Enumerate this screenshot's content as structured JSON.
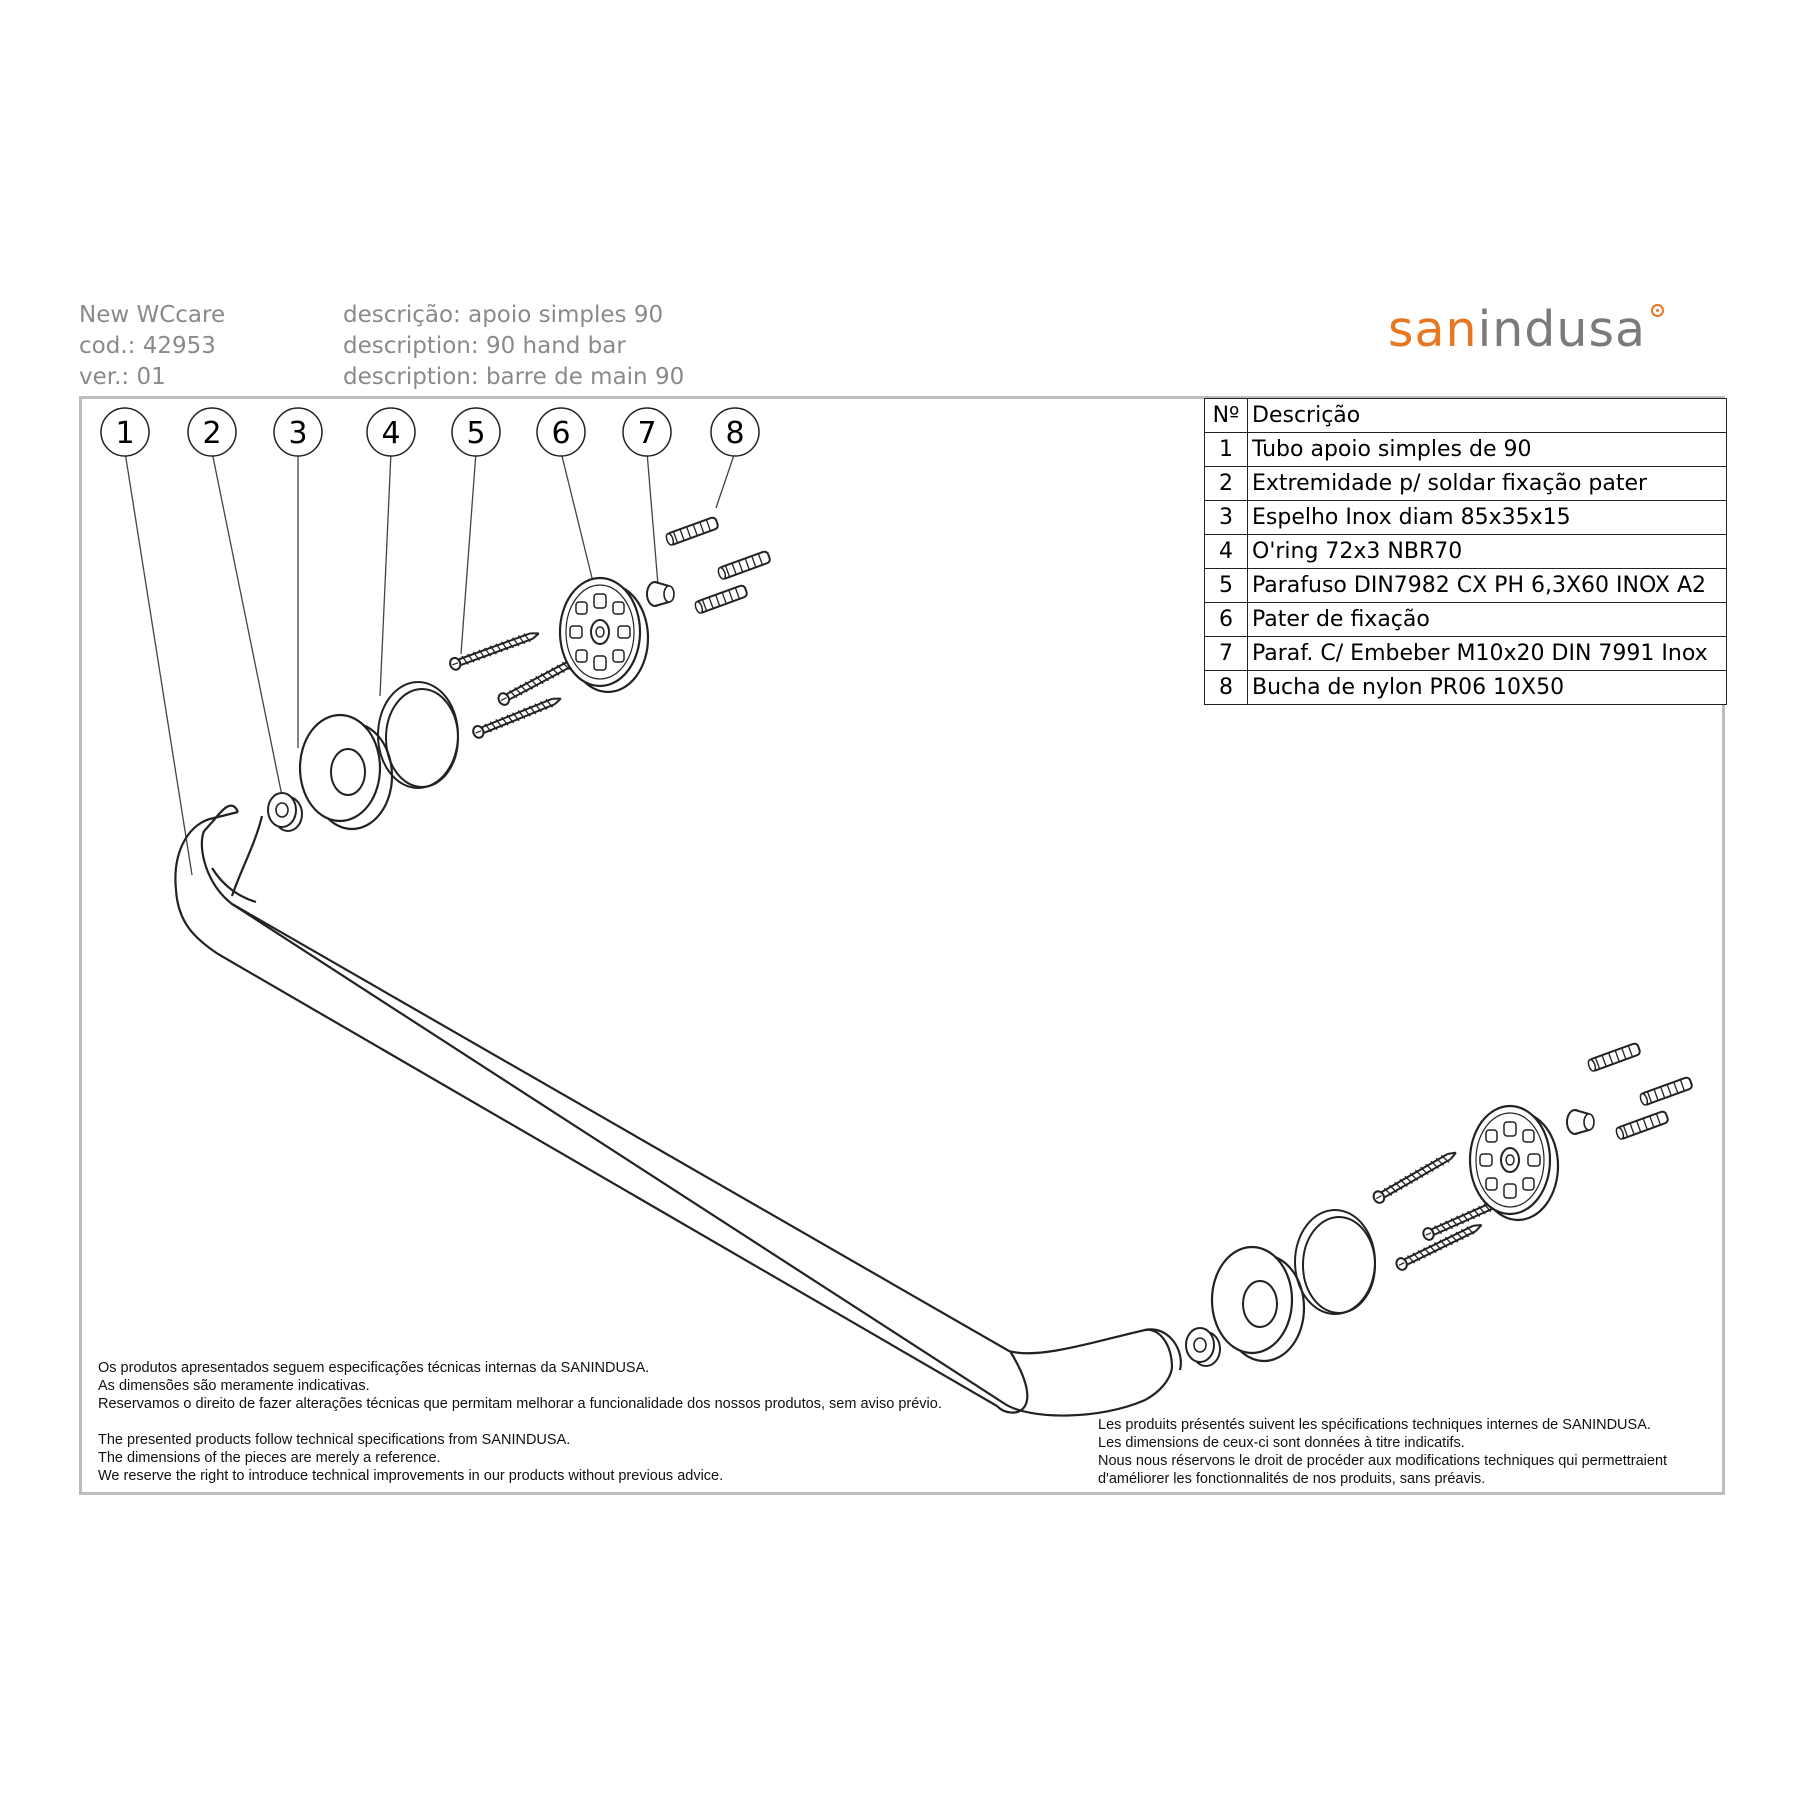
{
  "header": {
    "product_line": "New WCcare",
    "code": "cod.: 42953",
    "version": "ver.: 01",
    "description_pt": "descrição: apoio simples 90",
    "description_en": "description: 90 hand bar",
    "description_fr": "description: barre de main 90"
  },
  "logo": {
    "part1": "san",
    "part2": "indusa",
    "colors": {
      "accent": "#e87722",
      "gray": "#7a7a7a"
    }
  },
  "parts_table": {
    "headers": {
      "number": "Nº",
      "description": "Descrição"
    },
    "rows": [
      {
        "n": "1",
        "d": "Tubo apoio simples de 90"
      },
      {
        "n": "2",
        "d": "Extremidade p/ soldar fixação pater"
      },
      {
        "n": "3",
        "d": "Espelho Inox diam 85x35x15"
      },
      {
        "n": "4",
        "d": "O'ring 72x3  NBR70"
      },
      {
        "n": "5",
        "d": "Parafuso DIN7982 CX PH 6,3X60 INOX A2"
      },
      {
        "n": "6",
        "d": "Pater de fixação"
      },
      {
        "n": "7",
        "d": "Paraf. C/ Embeber  M10x20 DIN 7991 Inox"
      },
      {
        "n": "8",
        "d": "Bucha de nylon PR06 10X50"
      }
    ]
  },
  "callouts": [
    "1",
    "2",
    "3",
    "4",
    "5",
    "6",
    "7",
    "8"
  ],
  "disclaimer": {
    "pt": [
      "Os produtos apresentados seguem especificações técnicas internas da SANINDUSA.",
      "As dimensões são meramente indicativas.",
      "Reservamos o direito de fazer alterações técnicas que permitam melhorar a funcionalidade dos nossos produtos, sem aviso prévio."
    ],
    "en": [
      "The presented products follow technical specifications from SANINDUSA.",
      "The dimensions of the pieces are merely a reference.",
      "We reserve the right to introduce technical improvements in our products without previous advice."
    ],
    "fr": [
      "Les produits présentés suivent les spécifications techniques internes de SANINDUSA.",
      "Les dimensions de ceux-ci sont données à titre indicatifs.",
      "Nous nous réservons le droit de procéder aux modifications techniques qui permettraient",
      "d'améliorer les fonctionnalités de nos produits, sans préavis."
    ]
  }
}
